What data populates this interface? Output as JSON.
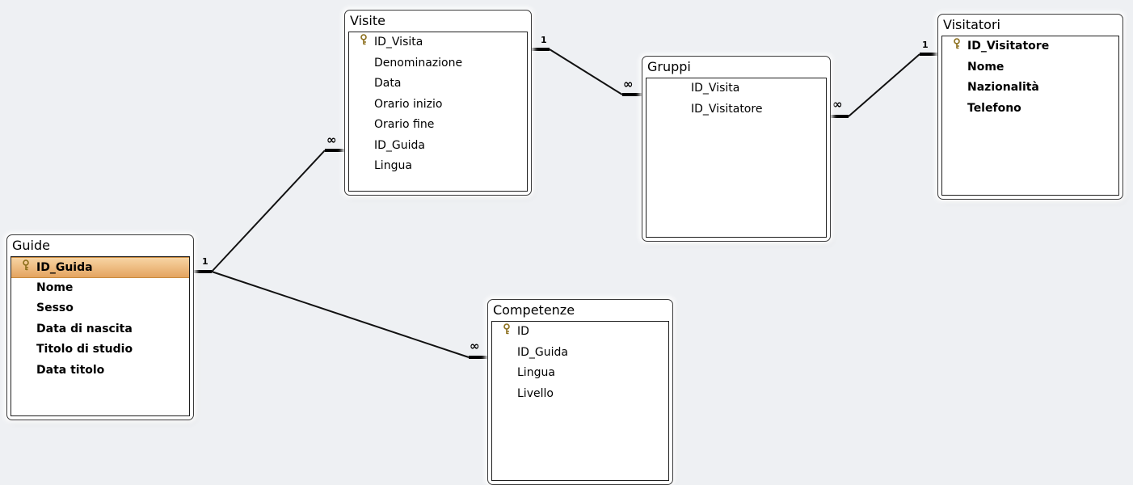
{
  "tables": {
    "visite": {
      "name": "Visite",
      "fields": [
        {
          "name": "ID_Visita",
          "key": true
        },
        {
          "name": "Denominazione",
          "key": false
        },
        {
          "name": "Data",
          "key": false
        },
        {
          "name": "Orario inizio",
          "key": false
        },
        {
          "name": "Orario fine",
          "key": false
        },
        {
          "name": "ID_Guida",
          "key": false
        },
        {
          "name": "Lingua",
          "key": false
        }
      ]
    },
    "gruppi": {
      "name": "Gruppi",
      "fields": [
        {
          "name": "ID_Visita",
          "key": false
        },
        {
          "name": "ID_Visitatore",
          "key": false
        }
      ]
    },
    "visitatori": {
      "name": "Visitatori",
      "fields": [
        {
          "name": "ID_Visitatore",
          "key": true
        },
        {
          "name": "Nome",
          "key": false
        },
        {
          "name": "Nazionalità",
          "key": false
        },
        {
          "name": "Telefono",
          "key": false
        }
      ]
    },
    "guide": {
      "name": "Guide",
      "selected_field": "ID_Guida",
      "fields": [
        {
          "name": "ID_Guida",
          "key": true
        },
        {
          "name": "Nome",
          "key": false
        },
        {
          "name": "Sesso",
          "key": false
        },
        {
          "name": "Data di nascita",
          "key": false
        },
        {
          "name": "Titolo di studio",
          "key": false
        },
        {
          "name": "Data titolo",
          "key": false
        }
      ]
    },
    "competenze": {
      "name": "Competenze",
      "fields": [
        {
          "name": "ID",
          "key": true
        },
        {
          "name": "ID_Guida",
          "key": false
        },
        {
          "name": "Lingua",
          "key": false
        },
        {
          "name": "Livello",
          "key": false
        }
      ]
    }
  },
  "relationships": [
    {
      "from": "Guide",
      "to": "Visite",
      "from_label": "1",
      "to_label": "∞"
    },
    {
      "from": "Guide",
      "to": "Competenze",
      "from_label": "1",
      "to_label": "∞"
    },
    {
      "from": "Visite",
      "to": "Gruppi",
      "from_label": "1",
      "to_label": "∞"
    },
    {
      "from": "Visitatori",
      "to": "Gruppi",
      "from_label": "1",
      "to_label": "∞"
    }
  ],
  "colors": {
    "background": "#eef0f3",
    "selection_top": "#f7d4a3",
    "selection_bottom": "#e4a460",
    "border": "#3a3a3a"
  },
  "icons": {
    "primary_key": "key-icon"
  }
}
